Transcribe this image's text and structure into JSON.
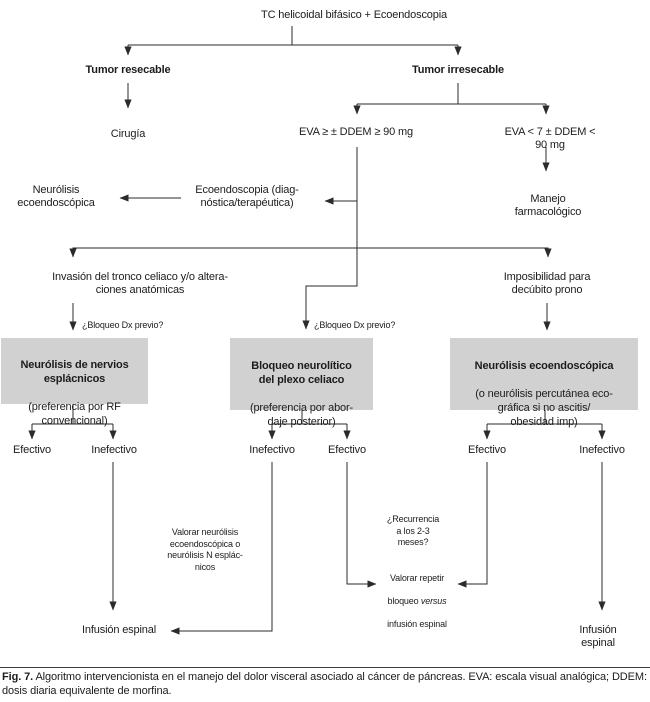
{
  "colors": {
    "box_fill": "#d1d1d1",
    "line": "#2b2b2b"
  },
  "flowchart": {
    "root": "TC helicoidal bifásico + Ecoendoscopia",
    "resecable": "Tumor resecable",
    "cirugia": "Cirugía",
    "irresecable": "Tumor irresecable",
    "eva_high": "EVA ≥ ± DDEM ≥ 90 mg",
    "eva_low": "EVA < 7 ± DDEM < 90 mg",
    "manejo": "Manejo farmacológico",
    "eco_diag": "Ecoendoscopia (diag-\nnóstica/terapéutica)",
    "neurolisis_eco": "Neurólisis\necoendoscópica",
    "invasion": "Invasión del tronco celiaco y/o altera-\nciones anatómicas",
    "imposibilidad": "Imposibilidad para\ndecúbito prono",
    "bloqueo_dx": "¿Bloqueo Dx previo?",
    "boxes": {
      "esplacnicos": {
        "title": "Neurólisis de nervios\nesplácnicos",
        "subtitle": "(preferencia por RF\nconvencional)"
      },
      "plexo": {
        "title": "Bloqueo neurolítico\ndel plexo celiaco",
        "subtitle": "(preferencia por abor-\ndaje posterior)"
      },
      "ecoendoscopica": {
        "title": "Neurólisis ecoendoscópica",
        "subtitle": "(o neurólisis percutánea eco-\ngráfica si no ascitis/\nobesidad imp)"
      }
    },
    "outcomes": {
      "efectivo": "Efectivo",
      "inefectivo": "Inefectivo"
    },
    "valorar_neurolisis": "Valorar neurólisis\necoendoscópica o\nneurólisis N esplác-\nnicos",
    "recurrencia": "¿Recurrencia\na los 2-3\nmeses?",
    "valorar_repetir": {
      "line1": "Valorar repetir",
      "line2_pre": "bloqueo ",
      "line2_italic": "versus",
      "line3": "infusión espinal"
    },
    "infusion_espinal": "Infusión espinal"
  },
  "caption": {
    "label": "Fig. 7.",
    "text": " Algoritmo intervencionista en el manejo del dolor visceral asociado al cáncer de páncreas. EVA: escala visual analógica; DDEM: dosis diaria equivalente de morfina."
  }
}
